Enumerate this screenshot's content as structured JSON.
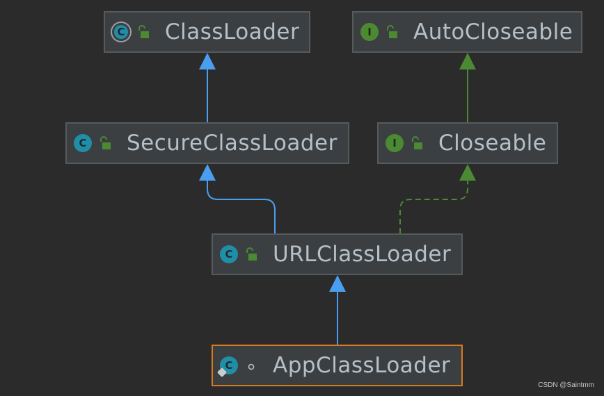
{
  "diagram": {
    "title": "",
    "nodes": [
      {
        "id": "classloader",
        "name": "ClassLoader",
        "kind": "abstract-class",
        "icon_letter": "C",
        "visibility": "public",
        "selected": false
      },
      {
        "id": "autocloseable",
        "name": "AutoCloseable",
        "kind": "interface",
        "icon_letter": "I",
        "visibility": "public",
        "selected": false
      },
      {
        "id": "secureclassloader",
        "name": "SecureClassLoader",
        "kind": "class",
        "icon_letter": "C",
        "visibility": "public",
        "selected": false
      },
      {
        "id": "closeable",
        "name": "Closeable",
        "kind": "interface",
        "icon_letter": "I",
        "visibility": "public",
        "selected": false
      },
      {
        "id": "urlclassloader",
        "name": "URLClassLoader",
        "kind": "class",
        "icon_letter": "C",
        "visibility": "public",
        "selected": false
      },
      {
        "id": "appclassloader",
        "name": "AppClassLoader",
        "kind": "class",
        "icon_letter": "C",
        "visibility": "package-private",
        "selected": true
      }
    ],
    "edges": [
      {
        "from": "secureclassloader",
        "to": "classloader",
        "type": "extends"
      },
      {
        "from": "closeable",
        "to": "autocloseable",
        "type": "extends-interface"
      },
      {
        "from": "urlclassloader",
        "to": "secureclassloader",
        "type": "extends"
      },
      {
        "from": "urlclassloader",
        "to": "closeable",
        "type": "implements"
      },
      {
        "from": "appclassloader",
        "to": "urlclassloader",
        "type": "extends"
      }
    ],
    "colors": {
      "extends": "#4a9eef",
      "interface": "#4b8a33",
      "selected_border": "#d97a1c",
      "node_border": "#555a5d",
      "background": "#2b2b2b"
    }
  },
  "watermark": "CSDN @Saintmm"
}
